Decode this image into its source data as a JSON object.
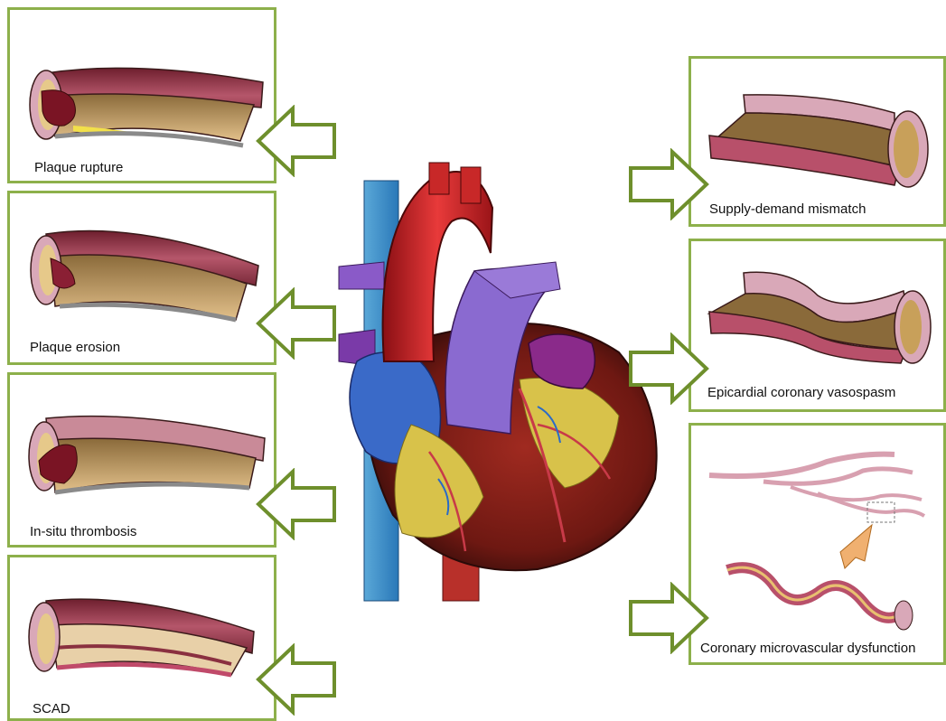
{
  "left_panels": [
    {
      "label": "Plaque rupture"
    },
    {
      "label": "Plaque erosion"
    },
    {
      "label": "In-situ thrombosis"
    },
    {
      "label": "SCAD"
    }
  ],
  "right_panels": [
    {
      "label": "Supply-demand mismatch"
    },
    {
      "label": "Epicardial coronary vasospasm"
    },
    {
      "label": "Coronary microvascular dysfunction"
    }
  ],
  "colors": {
    "frame": "#8db04b",
    "arrow_stroke": "#6e8f2c",
    "vessel_wall": "#a84a5a",
    "vessel_lumen": "#c89a5a"
  }
}
